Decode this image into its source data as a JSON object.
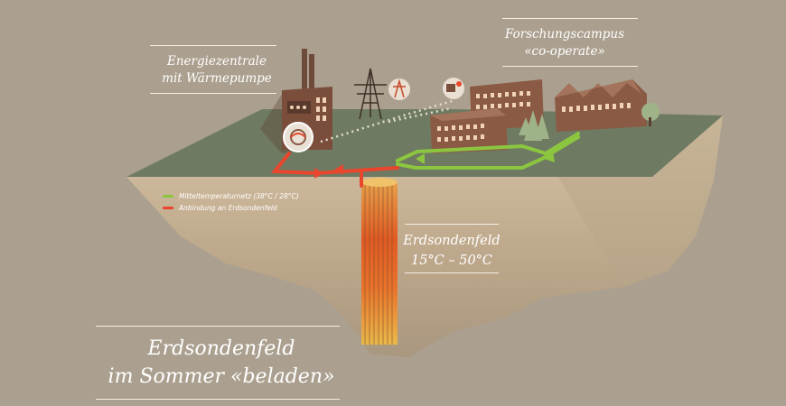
{
  "labels": {
    "energiezentrale_line1": "Energiezentrale",
    "energiezentrale_line2": "mit Wärmepumpe",
    "campus_line1": "Forschungscampus",
    "campus_line2": "«co-operate»",
    "erdsondenfeld_line1": "Erdsondenfeld",
    "erdsondenfeld_line2": "15°C – 50°C",
    "title_line1": "Erdsondenfeld",
    "title_line2": "im Sommer «beladen»"
  },
  "legend": [
    {
      "label": "Mitteltemperaturnetz (38°C / 28°C)",
      "color": "#8cc63f"
    },
    {
      "label": "Anbindung an Erdsondenfeld",
      "color": "#e8452c"
    }
  ],
  "colors": {
    "background": "#aba08f",
    "ground_top": "#6f7a62",
    "ground_body": "#cdb89a",
    "building": "#8a5a44",
    "window": "#f1d4b8",
    "pipe_green": "#8cc63f",
    "pipe_red": "#e8452c"
  },
  "icons": [
    "heat-pump-icon",
    "power-pylon-icon",
    "solar-panel-icon"
  ]
}
